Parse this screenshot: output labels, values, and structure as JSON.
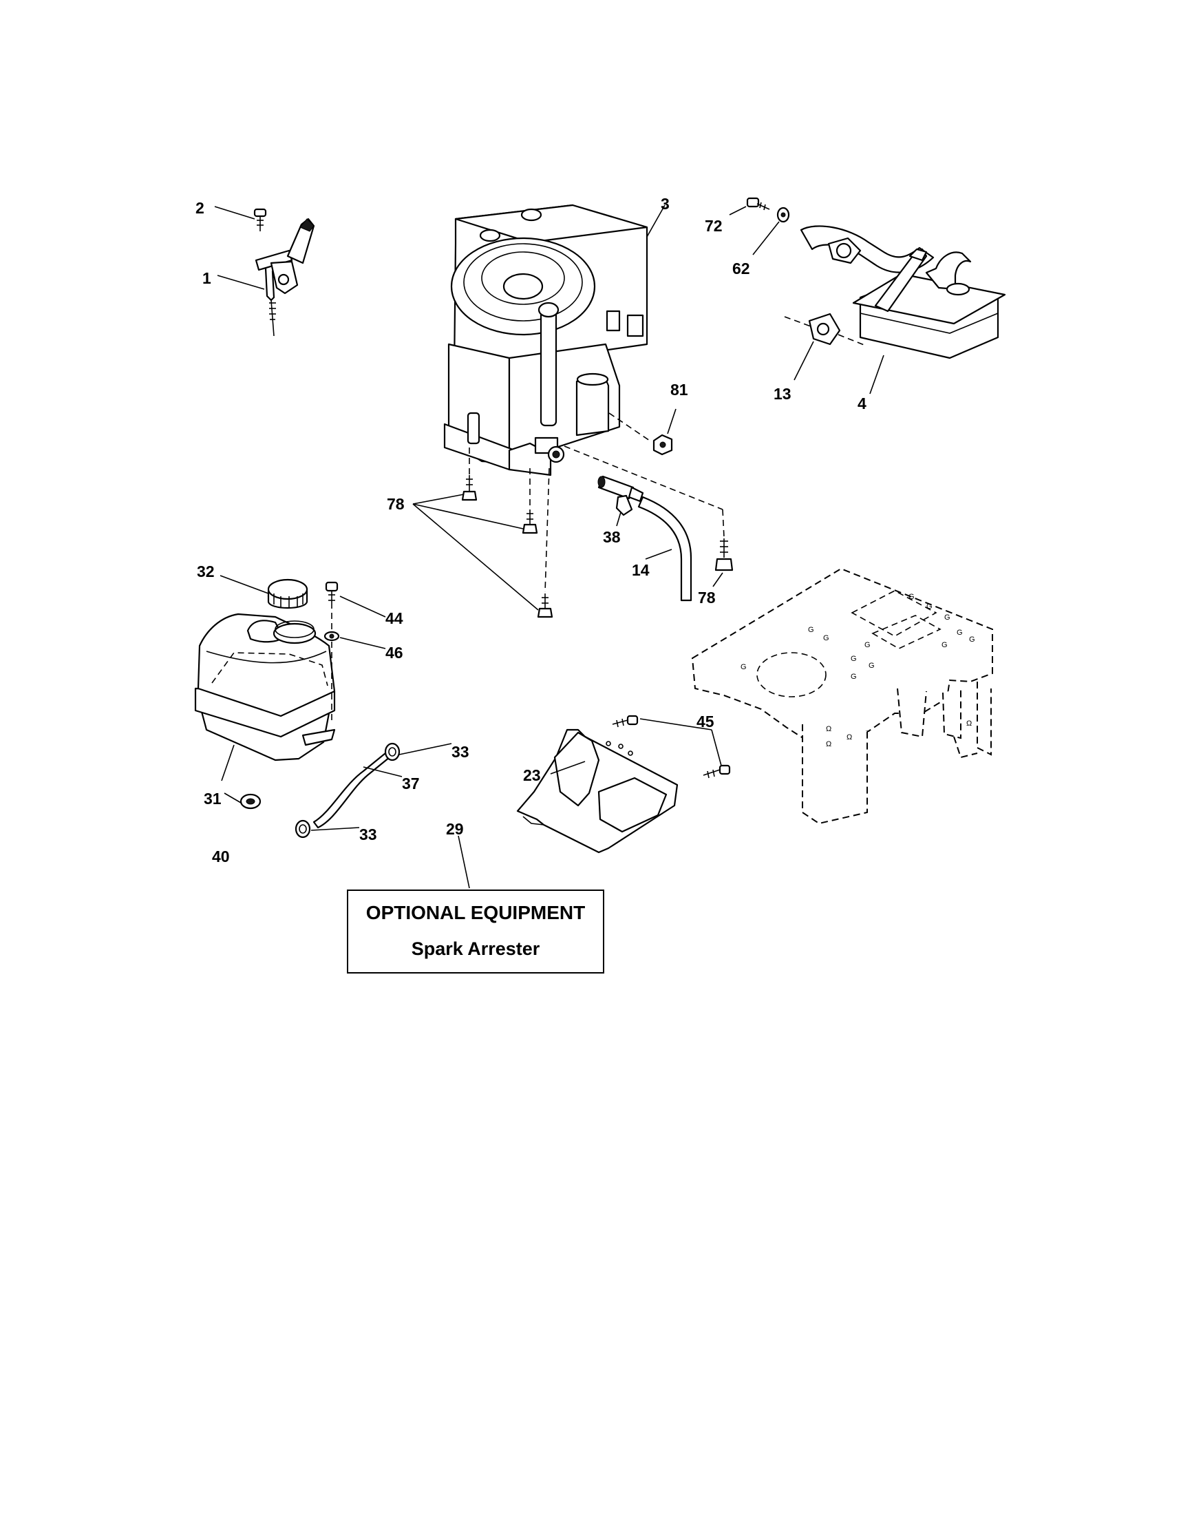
{
  "labels": {
    "l1": "1",
    "l2": "2",
    "l3": "3",
    "l4": "4",
    "l13": "13",
    "l14": "14",
    "l23": "23",
    "l29": "29",
    "l31": "31",
    "l32": "32",
    "l33a": "33",
    "l33b": "33",
    "l37": "37",
    "l38": "38",
    "l40": "40",
    "l44": "44",
    "l45": "45",
    "l46": "46",
    "l62": "62",
    "l72": "72",
    "l78a": "78",
    "l78b": "78",
    "l81": "81"
  },
  "callout": {
    "title": "OPTIONAL EQUIPMENT",
    "subtitle": "Spark Arrester"
  }
}
